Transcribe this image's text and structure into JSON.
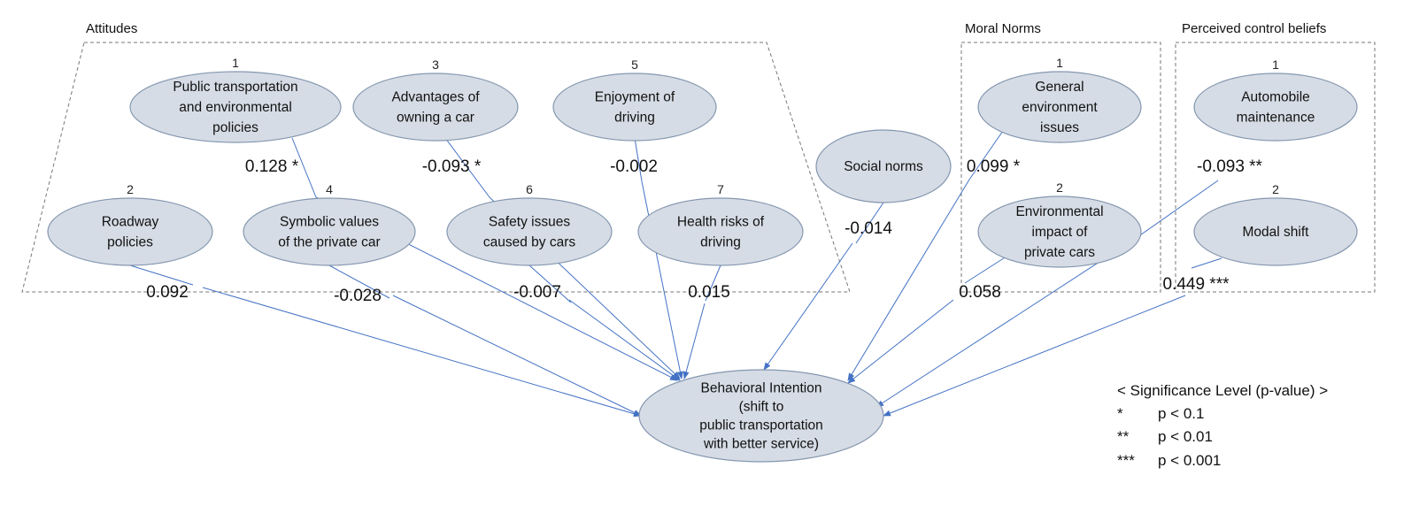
{
  "groups": {
    "attitudes": "Attitudes",
    "moral_norms": "Moral Norms",
    "perceived_control": "Perceived control beliefs"
  },
  "nodes": {
    "pt_env": {
      "index": "1",
      "lines": [
        "Public transportation",
        "and environmental",
        "policies"
      ]
    },
    "roadway": {
      "index": "2",
      "lines": [
        "Roadway",
        "policies"
      ]
    },
    "adv_car": {
      "index": "3",
      "lines": [
        "Advantages of",
        "owning a car"
      ]
    },
    "symbolic": {
      "index": "4",
      "lines": [
        "Symbolic values",
        "of the private car"
      ]
    },
    "enjoy": {
      "index": "5",
      "lines": [
        "Enjoyment of",
        "driving"
      ]
    },
    "safety": {
      "index": "6",
      "lines": [
        "Safety issues",
        "caused by cars"
      ]
    },
    "health": {
      "index": "7",
      "lines": [
        "Health risks of",
        "driving"
      ]
    },
    "social": {
      "index": "",
      "lines": [
        "Social norms"
      ]
    },
    "gen_env": {
      "index": "1",
      "lines": [
        "General",
        "environment",
        "issues"
      ]
    },
    "env_impact": {
      "index": "2",
      "lines": [
        "Environmental",
        "impact of",
        "private cars"
      ]
    },
    "auto_maint": {
      "index": "1",
      "lines": [
        "Automobile",
        "maintenance"
      ]
    },
    "modal": {
      "index": "2",
      "lines": [
        "Modal shift"
      ]
    },
    "bi": {
      "index": "",
      "lines": [
        "Behavioral Intention",
        "(shift to",
        "public transportation",
        "with better service)"
      ]
    }
  },
  "edges": [
    {
      "from": "pt_env",
      "coef": "0.128 *"
    },
    {
      "from": "adv_car",
      "coef": "-0.093 *"
    },
    {
      "from": "enjoy",
      "coef": "-0.002"
    },
    {
      "from": "roadway",
      "coef": "0.092"
    },
    {
      "from": "symbolic",
      "coef": "-0.028"
    },
    {
      "from": "safety",
      "coef": "-0.007"
    },
    {
      "from": "health",
      "coef": "0.015"
    },
    {
      "from": "social",
      "coef": "-0.014"
    },
    {
      "from": "gen_env",
      "coef": "0.099 *"
    },
    {
      "from": "env_impact",
      "coef": "0.058"
    },
    {
      "from": "auto_maint",
      "coef": "-0.093 **"
    },
    {
      "from": "modal",
      "coef": "0.449 ***"
    }
  ],
  "legend": {
    "title": "< Significance Level (p-value) >",
    "rows": [
      {
        "sym": "*",
        "text": "p < 0.1"
      },
      {
        "sym": "**",
        "text": "p < 0.01"
      },
      {
        "sym": "***",
        "text": "p < 0.001"
      }
    ]
  },
  "colors": {
    "node_fill": "#d6dce5",
    "node_stroke": "#8497b0",
    "arrow": "#4472c4"
  }
}
